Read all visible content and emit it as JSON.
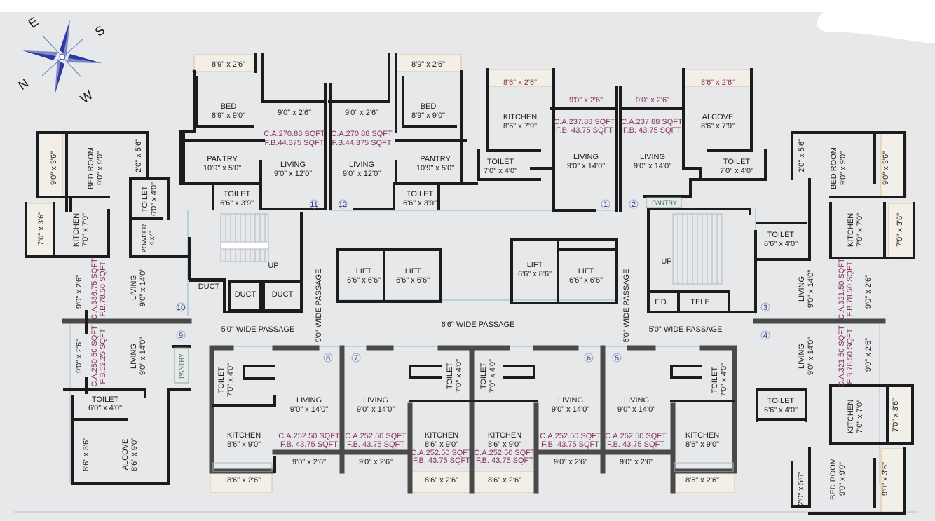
{
  "compass": {
    "e": "E",
    "s": "S",
    "n": "N",
    "w": "W"
  },
  "labels": {
    "l_bal_a": "8'9\" x 2'6\"",
    "l_bed_a": "BED",
    "l_bed_a_d": "8'9\" x 9'0\"",
    "l_balc_a": "9'0\" x 2'6\"",
    "l_ca_11": "C.A.270.88 SQFT",
    "l_fb_11": "F.B.44.375 SQFT",
    "l_pan_11": "PANTRY",
    "l_pan_11_d": "10'9\" x 5'0\"",
    "l_liv_11": "LIVING",
    "l_liv_11_d": "9'0\" x 12'0\"",
    "l_toi_11": "TOILET",
    "l_toi_11_d": "6'6\" x 3'9\"",
    "l_n11": "11",
    "l_bal_b": "8'9\" x 2'6\"",
    "l_bed_b": "BED",
    "l_bed_b_d": "8'9\" x 9'0\"",
    "l_balc_b": "9'0\" x 2'6\"",
    "l_ca_12": "C.A.270.88 SQFT",
    "l_fb_12": "F.B.44.375 SQFT",
    "l_pan_12": "PANTRY",
    "l_pan_12_d": "10'9\" x 5'0\"",
    "l_liv_12": "LIVING",
    "l_liv_12_d": "9'0\" x 12'0\"",
    "l_toi_12": "TOILET",
    "l_toi_12_d": "6'6\" x 3'9\"",
    "l_n12": "12",
    "l_bal_c": "8'6\" x 2'6\"",
    "l_kit_1": "KITCHEN",
    "l_kit_1_d": "8'6\" x 7'9\"",
    "l_balc_1": "9'0\" x 2'6\"",
    "l_ca_1": "C.A.237.88 SQFT",
    "l_fb_1": "F.B. 43.75 SQFT",
    "l_toi_1": "TOILET",
    "l_toi_1_d": "7'0\" x 4'0\"",
    "l_liv_1": "LIVING",
    "l_liv_1_d": "9'0\" x 14'0\"",
    "l_n1": "1",
    "l_balc_2": "9'0\" x 2'6\"",
    "l_ca_2": "C.A.237.88 SQFT",
    "l_fb_2": "F.B. 43.75 SQFT",
    "l_liv_2": "LIVING",
    "l_liv_2_d": "9'0\" x 14'0\"",
    "l_bal_d": "8'6\" x 2'6\"",
    "l_alc_2": "ALCOVE",
    "l_alc_2_d": "8'6\" x 7'9\"",
    "l_toi_2": "TOILET",
    "l_toi_2_d": "7'0\" x 4'0\"",
    "l_n2": "2",
    "l_pantry_g": "PANTRY",
    "l_bal_lw1": "9'0\" x 3'6\"",
    "l_bedroom_l": "BED ROOM",
    "l_bedroom_l_d": "9'0\" x 9'0\"",
    "l_bal_lw2": "2'0\" x 5'6\"",
    "l_toi_l": "TOILET",
    "l_toi_l_d": "6'0\" x 4'0\"",
    "l_bal_lw3": "7'0\" x 3'6\"",
    "l_kit_l": "KITCHEN",
    "l_kit_l_d": "7'0\" x 7'0\"",
    "l_pow": "POWDER",
    "l_pow_d": "4'x4'",
    "l_bal_lw4": "9'0\" x 2'6\"",
    "l_ca_10": "C.A.336.75 SQFT",
    "l_fb_10": "F.B.78.50 SQFT",
    "l_liv_10": "LIVING",
    "l_liv_10_d": "9'0\" x 14'0\"",
    "l_n10": "10",
    "l_duct1": "DUCT",
    "l_duct2": "DUCT",
    "l_duct3": "DUCT",
    "l_up1": "UP",
    "l_pass1": "5'0\" WIDE PASSAGE",
    "l_pass2": "5'0\" WIDE PASSAGE",
    "l_lift1": "LIFT",
    "l_lift1_d": "6'6\" x 6'6\"",
    "l_lift2": "LIFT",
    "l_lift2_d": "6'6\" x 6'6\"",
    "l_lift3": "LIFT",
    "l_lift3_d": "6'6\" x 8'6\"",
    "l_lift4": "LIFT",
    "l_lift4_d": "6'6\" x 6'6\"",
    "l_pass3": "6'6\" WIDE PASSAGE",
    "l_pass4": "5'0\" WIDE PASSAGE",
    "l_pass5": "5'0\" WIDE PASSAGE",
    "l_up2": "UP",
    "l_fd": "F.D.",
    "l_tele": "TELE",
    "l_n9": "9",
    "l_pantry_v": "PANTRY",
    "l_bal_lw5": "9'0\" x 2'6\"",
    "l_ca_9": "C.A.250.50 SQFT",
    "l_fb_9": "F.B.52.25 SQFT",
    "l_liv_9": "LIVING",
    "l_liv_9_d": "9'0\" x 14'0\"",
    "l_toi_9": "TOILET",
    "l_toi_9_d": "6'0\" x 4'0\"",
    "l_bal_lw6": "8'6\" x 3'6\"",
    "l_alc_9": "ALCOVE",
    "l_alc_9_d": "8'6\" x 9'0\"",
    "l_toi_8": "TOILET",
    "l_toi_8_d": "7'0\" x 4'0\"",
    "l_n8": "8",
    "l_liv_8": "LIVING",
    "l_liv_8_d": "9'0\" x 14'0\"",
    "l_kit_8": "KITCHEN",
    "l_kit_8_d": "8'6\" x 9'0\"",
    "l_ca_8": "C.A.252.50 SQFT",
    "l_fb_8": "F.B. 43.75 SQFT",
    "l_balc_8": "9'0\" x 2'6\"",
    "l_bal_8": "8'6\" x 2'6\"",
    "l_n7": "7",
    "l_liv_7": "LIVING",
    "l_liv_7_d": "9'0\" x 14'0\"",
    "l_ca_7": "C.A.252.50 SQFT",
    "l_fb_7": "F.B. 43.75 SQFT",
    "l_balc_7": "9'0\" x 2'6\"",
    "l_toi_7": "TOILET",
    "l_toi_7_d": "7'0\" x 4'0\"",
    "l_kit_7": "KITCHEN",
    "l_kit_7_d": "8'6\" x 9'0\"",
    "l_ca_7b": "C.A.252.50 SQFT",
    "l_fb_7b": "F.B. 43.75 SQFT",
    "l_bal_7": "8'6\" x 2'6\"",
    "l_toi_6": "TOILET",
    "l_toi_6_d": "7'0\" x 4'0\"",
    "l_kit_6": "KITCHEN",
    "l_kit_6_d": "8'6\" x 9'0\"",
    "l_ca_6b": "C.A.252.50 SQFT",
    "l_fb_6b": "F.B. 43.75 SQFT",
    "l_bal_6": "8'6\" x 2'6\"",
    "l_n6": "6",
    "l_liv_6": "LIVING",
    "l_liv_6_d": "9'0\" x 14'0\"",
    "l_ca_6": "C.A.252.50 SQFT",
    "l_fb_6": "F.B. 43.75 SQFT",
    "l_balc_6": "9'0\" x 2'6\"",
    "l_n5": "5",
    "l_liv_5": "LIVING",
    "l_liv_5_d": "9'0\" x 14'0\"",
    "l_ca_5": "C.A.252.50 SQFT",
    "l_fb_5": "F.B. 43.75 SQFT",
    "l_balc_5": "9'0\" x 2'6\"",
    "l_toi_5": "TOILET",
    "l_toi_5_d": "7'0\" x 4'0\"",
    "l_kit_5": "KITCHEN",
    "l_kit_5_d": "8'6\" x 9'0\"",
    "l_bal_5": "8'6\" x 2'6\"",
    "l_n3": "3",
    "l_n4": "4",
    "l_toi_3": "TOILET",
    "l_toi_3_d": "6'6\" x 4'0\"",
    "l_bal_rw1": "2'0\" x 5'6\"",
    "l_bedroom_r": "BED ROOM",
    "l_bedroom_r_d": "9'0\" x 9'0\"",
    "l_bal_rw2": "9'0\" x 3'6\"",
    "l_kit_3": "KITCHEN",
    "l_kit_3_d": "7'0\" x 7'0\"",
    "l_bal_rw3": "7'0\" x 3'6\"",
    "l_liv_3": "LIVING",
    "l_liv_3_d": "9'0\" x 14'0\"",
    "l_ca_3": "C.A.321.50 SQFT",
    "l_fb_3": "F.B.78.50 SQFT",
    "l_bal_rw4": "9'0\" x 2'6\"",
    "l_liv_4": "LIVING",
    "l_liv_4_d": "9'0\" x 14'0\"",
    "l_ca_4": "C.A.321.50 SQFT",
    "l_fb_4": "F.B.78.50 SQFT",
    "l_bal_rw5": "9'0\" x 2'6\"",
    "l_toi_4": "TOILET",
    "l_toi_4_d": "6'6\" x 4'0\"",
    "l_kit_4": "KITCHEN",
    "l_kit_4_d": "7'0\" x 7'0\"",
    "l_bal_rw6": "7'0\" x 3'6\"",
    "l_bal_rw7": "2'0\" x 5'6\"",
    "l_bedroom_r2": "BED ROOM",
    "l_bedroom_r2_d": "9'0\" x 9'0\"",
    "l_bal_rw8": "9'0\" x 3'6\""
  }
}
